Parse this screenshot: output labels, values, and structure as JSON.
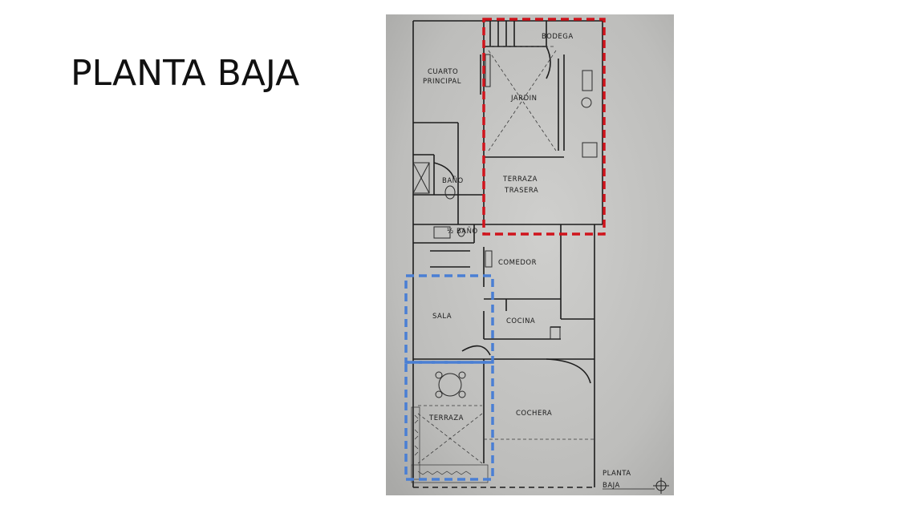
{
  "slide": {
    "title": "PLANTA BAJA"
  },
  "floor_plan": {
    "rooms": {
      "bodega": "BODEGA",
      "cuarto_principal_1": "CUARTO",
      "cuarto_principal_2": "PRINCIPAL",
      "jardin": "JARDIN",
      "bano": "BAÑO",
      "terraza_trasera_1": "TERRAZA",
      "terraza_trasera_2": "TRASERA",
      "medio_bano": "½ BAÑO",
      "comedor": "COMEDOR",
      "sala": "SALA",
      "cocina": "COCINA",
      "terraza": "TERRAZA",
      "cochera": "COCHERA"
    },
    "caption_1": "PLANTA",
    "caption_2": "BAJA",
    "highlight_colors": {
      "red": "#d0141c",
      "blue": "#4a7fd4"
    }
  }
}
